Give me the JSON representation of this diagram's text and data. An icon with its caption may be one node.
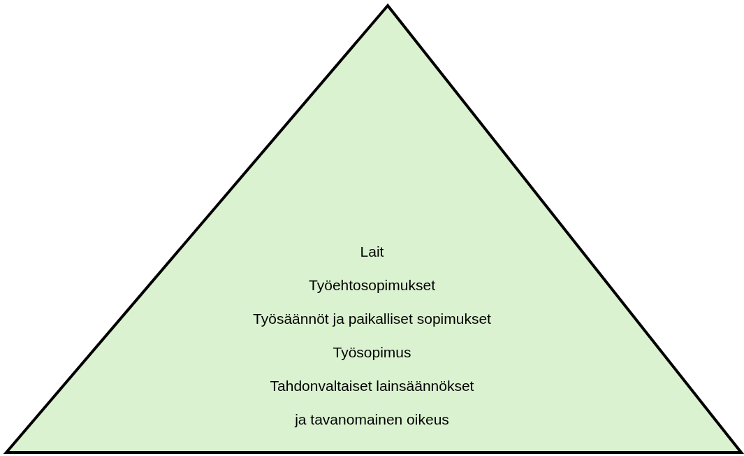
{
  "diagram": {
    "nodes": [
      {
        "text": [
          "Lait",
          "Työehtosopimukset",
          "Työsäännöt ja paikalliset sopimukset",
          "Työsopimus",
          "Tahdonvaltaiset lainsäännökset ja tavanomainen oikeus"
        ]
      }
    ]
  }
}
